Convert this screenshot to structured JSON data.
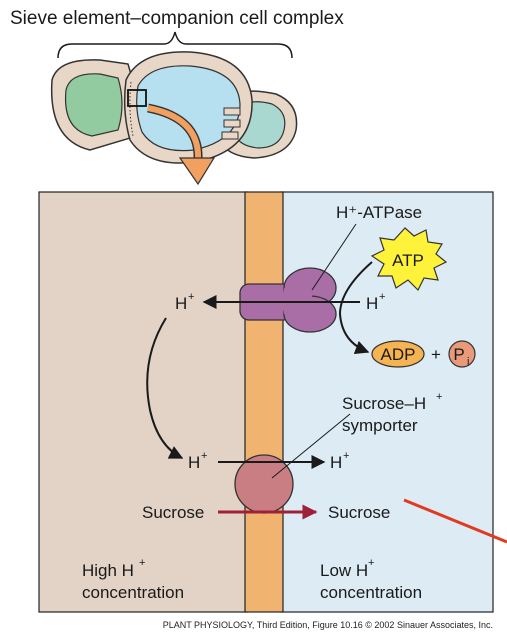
{
  "title": "Sieve element–companion cell complex",
  "labels": {
    "atpase": "H⁺-ATPase",
    "atp": "ATP",
    "adp": "ADP",
    "plus": "+",
    "pi_base": "P",
    "pi_sub": "i",
    "h_left_top": "H",
    "h_right_top": "H",
    "h_left_mid": "H",
    "h_right_mid": "H",
    "h_sup": "+",
    "symporter_line1": "Sucrose–H",
    "symporter_line2": "symporter",
    "sucrose_left": "Sucrose",
    "sucrose_right": "Sucrose",
    "high_h_line1": "High H",
    "high_h_line2": "concentration",
    "low_h_line1": "Low H",
    "low_h_line2": "concentration"
  },
  "credit": "PLANT PHYSIOLOGY, Third Edition, Figure 10.16  © 2002 Sinauer Associates, Inc.",
  "colors": {
    "left_compartment": "#e2d3c6",
    "right_compartment": "#ddebf4",
    "membrane": "#f0b470",
    "atpase": "#a96ea6",
    "symporter": "#c87e82",
    "atp_burst": "#fff23a",
    "adp_oval": "#f6b352",
    "pi_circle": "#e99a79",
    "sucrose_arrow": "#a0203a",
    "pointer_line": "#e03a22",
    "cell_wall": "#e8d6c6",
    "companion_cell": "#93cba1",
    "sieve_element": "#b6dff0",
    "right_cell": "#a8d8cf",
    "callout_arrow": "#f2a060"
  }
}
